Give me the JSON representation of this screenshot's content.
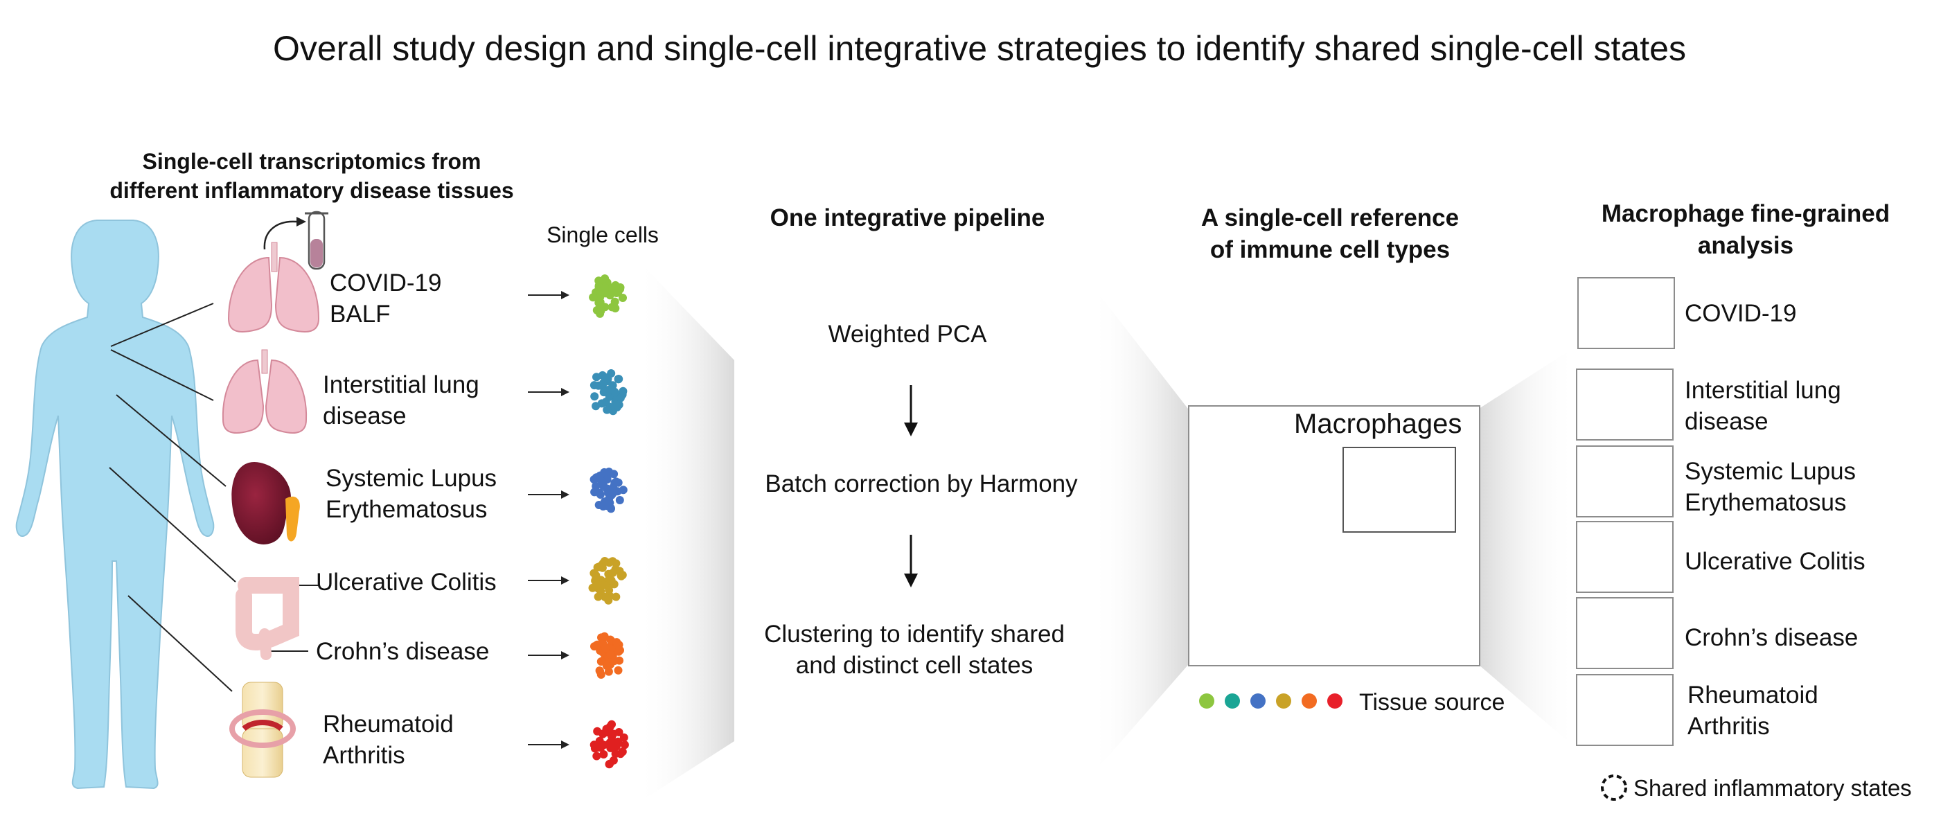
{
  "title": "Overall study design and single-cell integrative strategies to identify shared single-cell states",
  "panel_left": {
    "header_line1": "Single-cell transcriptomics from",
    "header_line2": "different inflammatory disease tissues",
    "single_cells_label": "Single cells",
    "tissues": [
      {
        "line1": "COVID-19",
        "line2": "BALF",
        "color": "#8dc63f"
      },
      {
        "line1": "Interstitial lung",
        "line2": "disease",
        "color": "#3a8fb7"
      },
      {
        "line1": "Systemic Lupus",
        "line2": "Erythematosus",
        "color": "#4472c4"
      },
      {
        "line1": "Ulcerative Colitis",
        "line2": "",
        "color": "#c9a227"
      },
      {
        "line1": "Crohn’s disease",
        "line2": "",
        "color": "#f26b21"
      },
      {
        "line1": "Rheumatoid",
        "line2": "Arthritis",
        "color": "#e02020"
      }
    ]
  },
  "panel_pipeline": {
    "header": "One integrative pipeline",
    "step1": "Weighted PCA",
    "step2": "Batch correction by Harmony",
    "step3_line1": "Clustering to identify shared",
    "step3_line2": "and distinct cell states"
  },
  "panel_reference": {
    "header_line1": "A single-cell reference",
    "header_line2": "of immune cell types",
    "inset_label": "Macrophages",
    "legend_label": "Tissue source",
    "legend_colors": [
      "#8dc63f",
      "#1aa595",
      "#4472c4",
      "#c9a227",
      "#f26b21",
      "#e8202a"
    ]
  },
  "panel_macrophage": {
    "header_line1": "Macrophage fine-grained",
    "header_line2": "analysis",
    "rows": [
      {
        "line1": "COVID-19",
        "line2": "",
        "color": "#8dc63f"
      },
      {
        "line1": "Interstitial lung",
        "line2": "disease",
        "color": "#3a8fb7"
      },
      {
        "line1": "Systemic Lupus",
        "line2": "Erythematosus",
        "color": "#2e4fa8"
      },
      {
        "line1": "Ulcerative Colitis",
        "line2": "",
        "color": "#a8803a"
      },
      {
        "line1": "Crohn’s disease",
        "line2": "",
        "color": "#f26b21"
      },
      {
        "line1": "Rheumatoid",
        "line2": "Arthritis",
        "color": "#e02020"
      }
    ],
    "legend_label": "Shared inflammatory states"
  }
}
